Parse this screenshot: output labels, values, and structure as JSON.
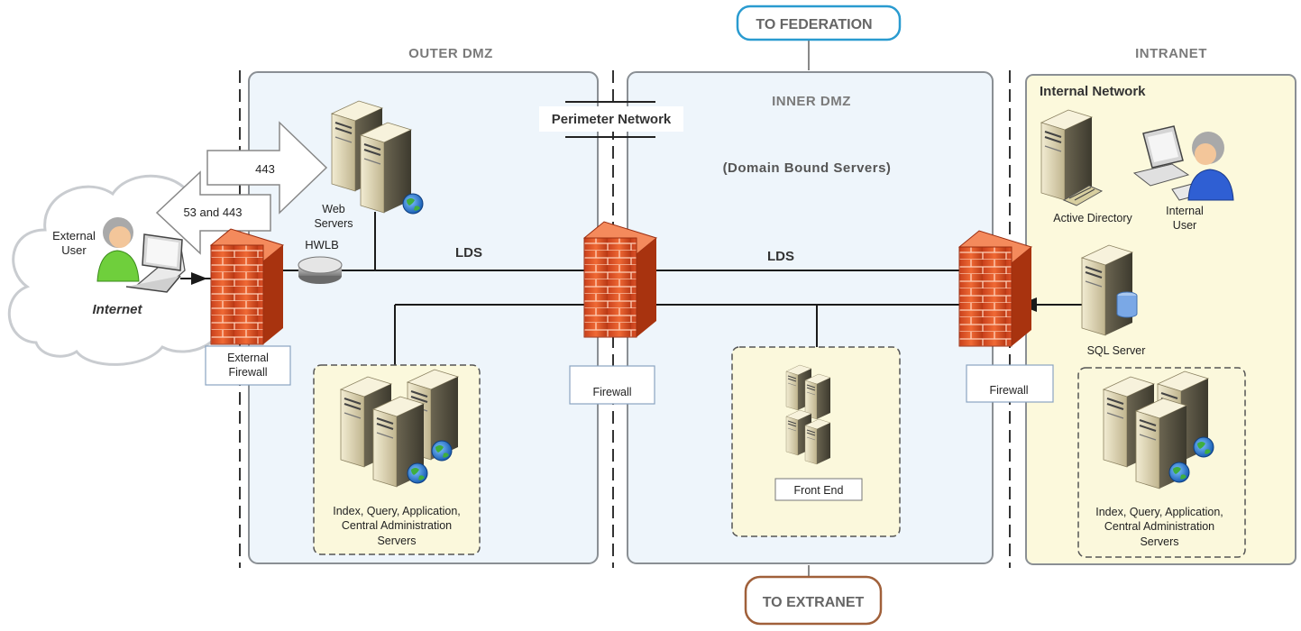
{
  "zones": {
    "outer_dmz": "OUTER DMZ",
    "inner_dmz": "INNER DMZ",
    "inner_dmz_sub": "(Domain Bound Servers)",
    "intranet": "INTRANET",
    "internal_network": "Internal Network",
    "perimeter_network": "Perimeter Network"
  },
  "links": {
    "to_federation": "TO FEDERATION",
    "to_extranet": "TO EXTRANET",
    "lds_left": "LDS",
    "lds_right": "LDS"
  },
  "arrows": {
    "in": "443",
    "out": "53 and 443"
  },
  "internet": {
    "user_line1": "External",
    "user_line2": "User",
    "cloud_label": "Internet"
  },
  "devices": {
    "web_servers_line1": "Web",
    "web_servers_line2": "Servers",
    "hwlb": "HWLB",
    "external_firewall_line1": "External",
    "external_firewall_line2": "Firewall",
    "firewall_mid": "Firewall",
    "firewall_right": "Firewall",
    "front_end": "Front End",
    "active_directory": "Active Directory",
    "internal_user_line1": "Internal",
    "internal_user_line2": "User",
    "sql_server": "SQL Server",
    "farm_outer_line1": "Index, Query, Application,",
    "farm_outer_line2": "Central Administration",
    "farm_outer_line3": "Servers",
    "farm_intranet_line1": "Index, Query, Application,",
    "farm_intranet_line2": "Central Administration",
    "farm_intranet_line3": "Servers"
  },
  "colors": {
    "zone_fill": "#eef5fb",
    "intranet_fill": "#fcf9dc",
    "farm_fill": "#fbf8dc",
    "federation_border": "#2a9bd0",
    "extranet_border": "#a0603a",
    "firewall": "#e8552b"
  }
}
